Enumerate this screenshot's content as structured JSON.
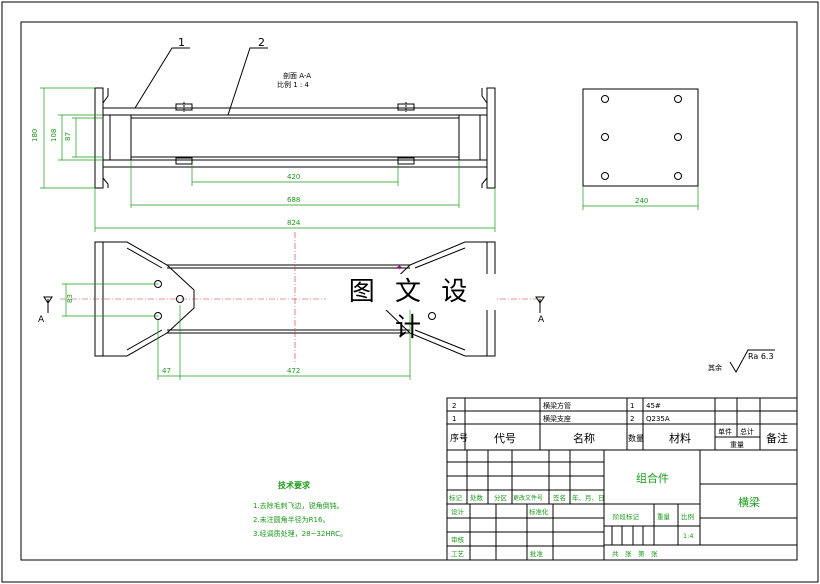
{
  "watermark": "图 文 设 计",
  "section": {
    "title": "剖面 A-A",
    "scale": "比例 1 : 4"
  },
  "leaders": [
    "1",
    "2"
  ],
  "dims": {
    "d180": "180",
    "d87": "87",
    "d420": "420",
    "d688": "688",
    "d824": "824",
    "d240": "240",
    "d83": "83",
    "d47": "47",
    "d472": "472"
  },
  "section_marks": [
    "A",
    "A"
  ],
  "roughness": {
    "prefix": "其余",
    "value": "Ra 6.3"
  },
  "tech": {
    "title": "技术要求",
    "lines": [
      "1.去除毛刺飞边，锐角倒钝。",
      "2.未注圆角半径为R16。",
      "3.经调质处理，28~32HRC。"
    ]
  },
  "bom": {
    "rows": [
      {
        "no": "2",
        "name": "横梁方管",
        "qty": "1",
        "material": "45#"
      },
      {
        "no": "1",
        "name": "横梁支座",
        "qty": "2",
        "material": "Q235A"
      }
    ],
    "header": {
      "no": "序号",
      "code": "代号",
      "name": "名称",
      "qty": "数量",
      "material": "材料",
      "unit": "单件",
      "total": "总计",
      "weight": "重量",
      "remark": "备注"
    }
  },
  "titleblock": {
    "assembly": "组合件",
    "part": "横梁",
    "mark": "标记",
    "count": "处数",
    "zone": "分区",
    "doc": "更改文件号",
    "sign": "签名",
    "date": "年、月、日",
    "design": "设计",
    "std": "标准化",
    "stage": "阶段标记",
    "weight": "重量",
    "scale": "比例",
    "scale_val": "1:4",
    "audit": "审核",
    "process": "工艺",
    "approve": "批准",
    "sheets": "共　张　第　张"
  }
}
